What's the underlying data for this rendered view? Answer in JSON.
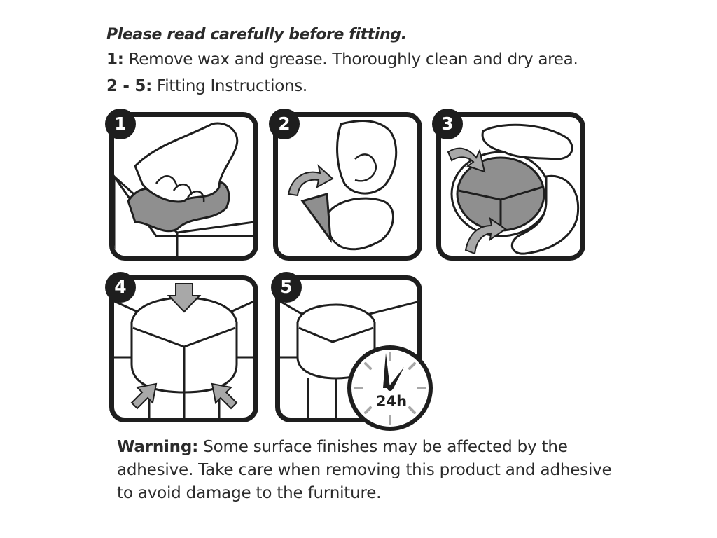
{
  "header": {
    "title": "Please read carefully before fitting.",
    "step1_prefix": "1:",
    "step1_text": "Remove wax and grease. Thoroughly clean and dry area.",
    "steps_prefix": "2 - 5:",
    "steps_text": "Fitting Instructions."
  },
  "panels": [
    {
      "badge": "1",
      "illustration": "hand-wiping-cloth"
    },
    {
      "badge": "2",
      "illustration": "peel-backing"
    },
    {
      "badge": "3",
      "illustration": "position-guard"
    },
    {
      "badge": "4",
      "illustration": "press-guard"
    },
    {
      "badge": "5",
      "illustration": "wait-24h"
    }
  ],
  "clock": {
    "label": "24h"
  },
  "warning": {
    "prefix": "Warning:",
    "text": "Some surface finishes may be affected by the adhesive. Take care when removing this product and adhesive to avoid damage to the furniture."
  },
  "colors": {
    "ink": "#1e1e1e",
    "fill_gray": "#8f8f8f",
    "arrow_gray": "#a8a8a8"
  }
}
